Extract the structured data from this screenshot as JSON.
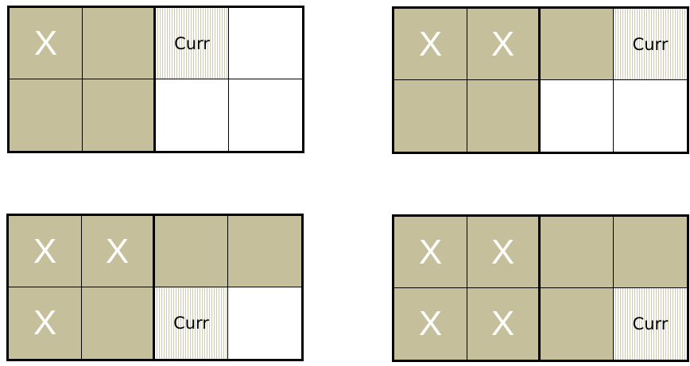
{
  "grids": [
    {
      "cells": [
        {
          "state": "filled",
          "mark": "X"
        },
        {
          "state": "filled",
          "mark": ""
        },
        {
          "state": "curr",
          "mark": "Curr"
        },
        {
          "state": "empty",
          "mark": ""
        },
        {
          "state": "filled",
          "mark": ""
        },
        {
          "state": "filled",
          "mark": ""
        },
        {
          "state": "empty",
          "mark": ""
        },
        {
          "state": "empty",
          "mark": ""
        }
      ]
    },
    {
      "cells": [
        {
          "state": "filled",
          "mark": "X"
        },
        {
          "state": "filled",
          "mark": "X"
        },
        {
          "state": "filled",
          "mark": ""
        },
        {
          "state": "curr",
          "mark": "Curr"
        },
        {
          "state": "filled",
          "mark": ""
        },
        {
          "state": "filled",
          "mark": ""
        },
        {
          "state": "empty",
          "mark": ""
        },
        {
          "state": "empty",
          "mark": ""
        }
      ]
    },
    {
      "cells": [
        {
          "state": "filled",
          "mark": "X"
        },
        {
          "state": "filled",
          "mark": "X"
        },
        {
          "state": "filled",
          "mark": ""
        },
        {
          "state": "filled",
          "mark": ""
        },
        {
          "state": "filled",
          "mark": "X"
        },
        {
          "state": "filled",
          "mark": ""
        },
        {
          "state": "curr",
          "mark": "Curr"
        },
        {
          "state": "empty",
          "mark": ""
        }
      ]
    },
    {
      "cells": [
        {
          "state": "filled",
          "mark": "X"
        },
        {
          "state": "filled",
          "mark": "X"
        },
        {
          "state": "filled",
          "mark": ""
        },
        {
          "state": "filled",
          "mark": ""
        },
        {
          "state": "filled",
          "mark": "X"
        },
        {
          "state": "filled",
          "mark": "X"
        },
        {
          "state": "filled",
          "mark": ""
        },
        {
          "state": "curr",
          "mark": "Curr"
        }
      ]
    }
  ],
  "colors": {
    "filled": "#c6bf9c",
    "empty": "#ffffff",
    "border": "#000000",
    "mark": "#ffffff"
  }
}
